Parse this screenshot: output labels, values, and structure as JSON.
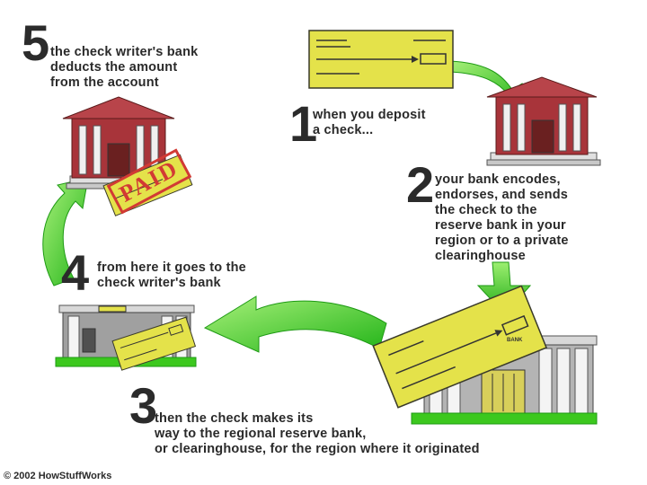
{
  "steps": [
    {
      "number": "5",
      "text": "the check writer's bank\ndeducts the amount\nfrom the account"
    },
    {
      "number": "1",
      "text": "when you deposit\na check..."
    },
    {
      "number": "2",
      "text": "your bank encodes,\nendorses, and sends\nthe check to the\nreserve bank in your\nregion or to a private\nclearinghouse"
    },
    {
      "number": "4",
      "text": "from here it goes to the\ncheck writer's bank"
    },
    {
      "number": "3",
      "text": "then the check makes its\nway to the regional reserve bank,\nor clearinghouse, for the region where it originated"
    }
  ],
  "stamp": "PAID",
  "bank_sign": "BANK",
  "copyright": "© 2002 HowStuffWorks",
  "colors": {
    "arrow_green": "#3cc81e",
    "check_yellow": "#e4e24a",
    "brick_red": "#a8343a",
    "stamp_red": "#d23a34",
    "building_gray": "#bfbfbf",
    "text_dark": "#2a2a2a"
  }
}
